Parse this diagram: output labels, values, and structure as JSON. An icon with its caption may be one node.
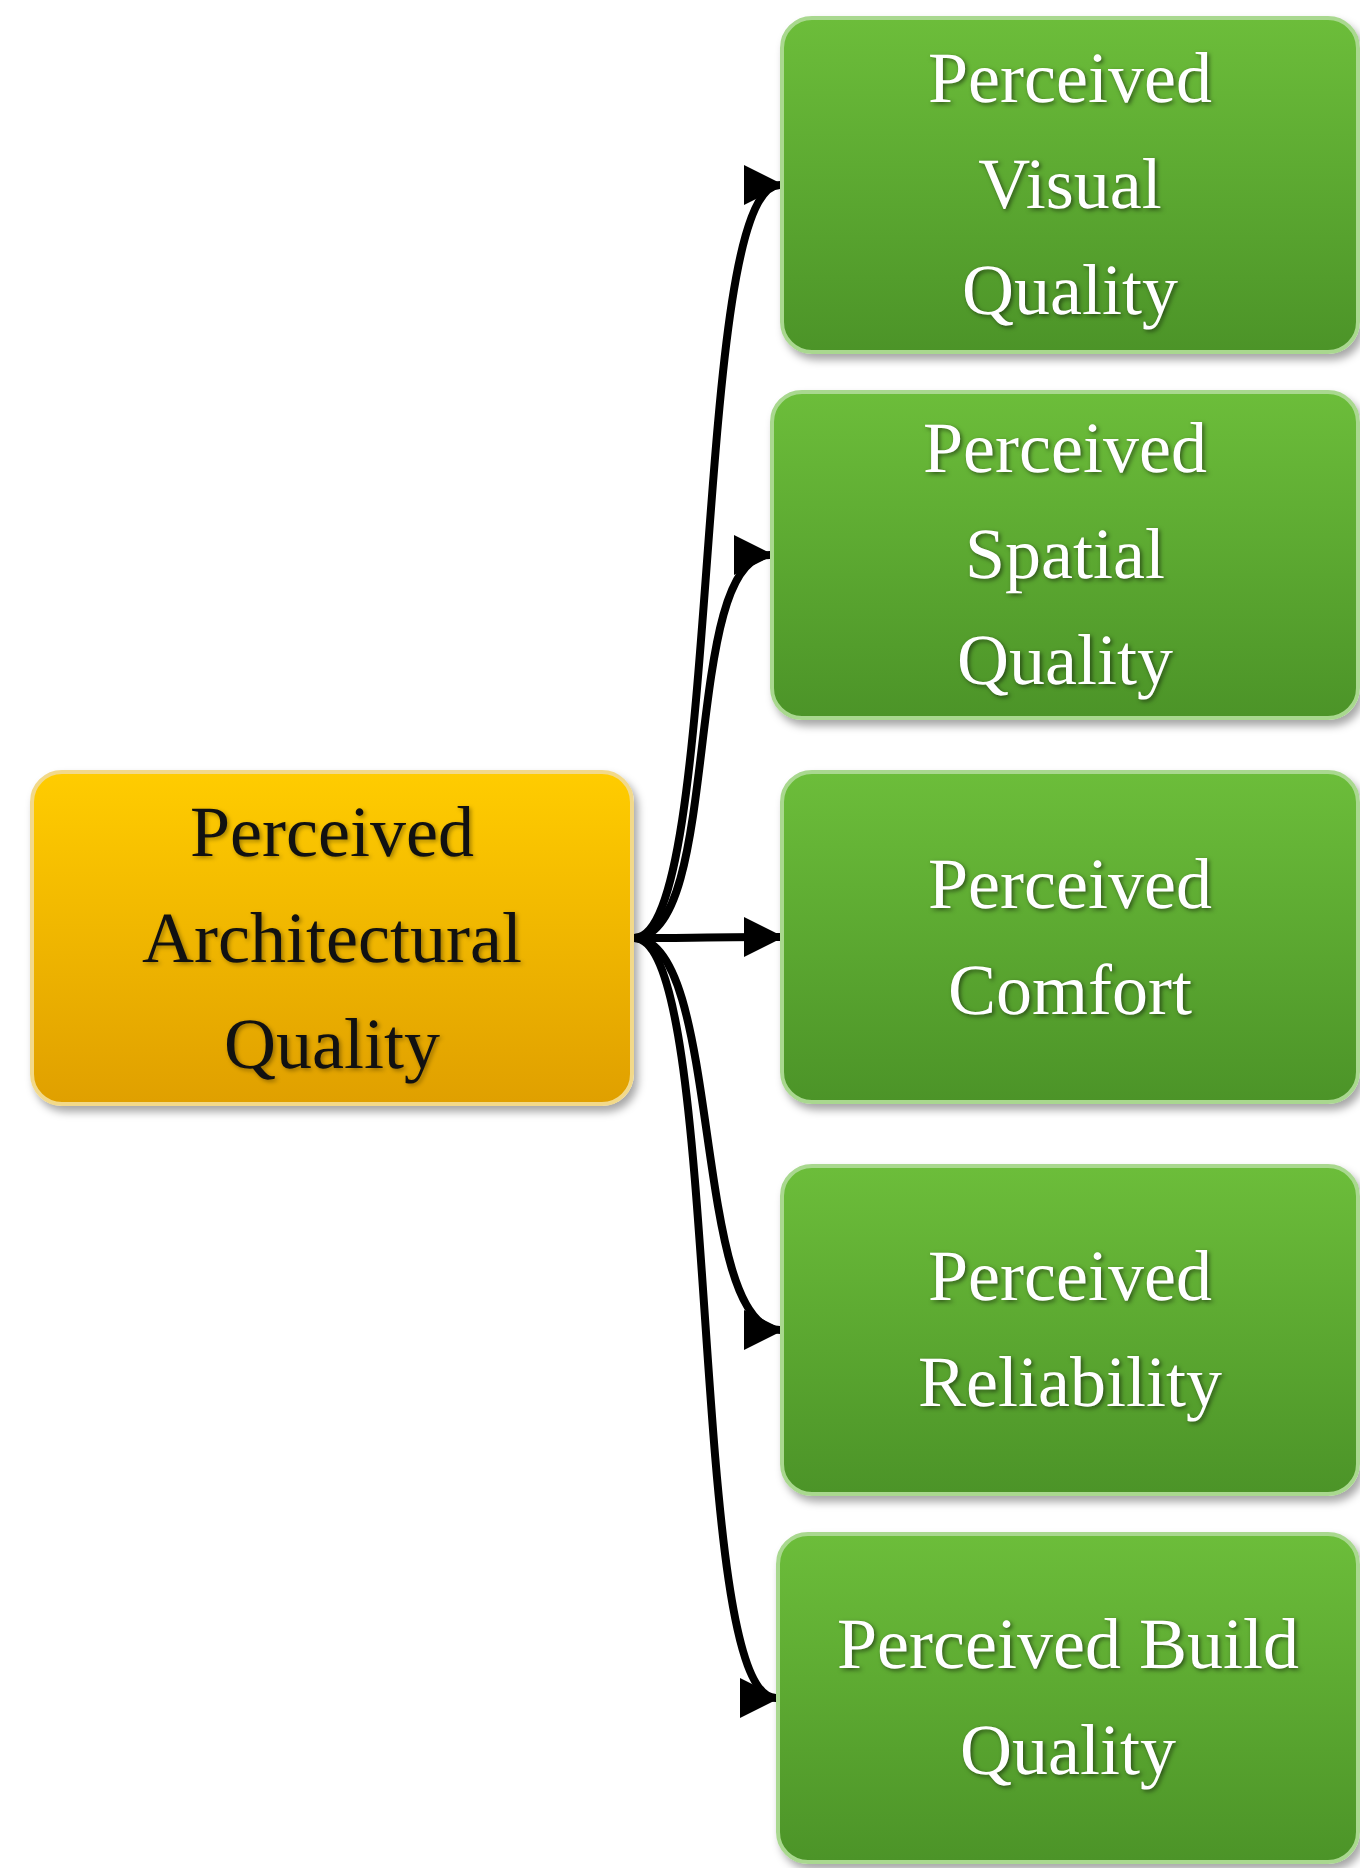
{
  "diagram": {
    "nodes": [
      {
        "text": [
          "Perceived Architectural Quality"
        ]
      },
      {
        "text": [
          "Perceived Visual Quality"
        ]
      },
      {
        "text": [
          "Perceived Spatial Quality"
        ]
      },
      {
        "text": [
          "Perceived Comfort"
        ]
      },
      {
        "text": [
          "Perceived Reliability"
        ]
      },
      {
        "text": [
          "Perceived Build Quality"
        ]
      }
    ],
    "edges": [
      {
        "from": 0,
        "to": 1,
        "arrow": "to"
      },
      {
        "from": 0,
        "to": 2,
        "arrow": "to"
      },
      {
        "from": 0,
        "to": 3,
        "arrow": "to"
      },
      {
        "from": 0,
        "to": 4,
        "arrow": "to"
      },
      {
        "from": 0,
        "to": 5,
        "arrow": "to"
      }
    ]
  }
}
